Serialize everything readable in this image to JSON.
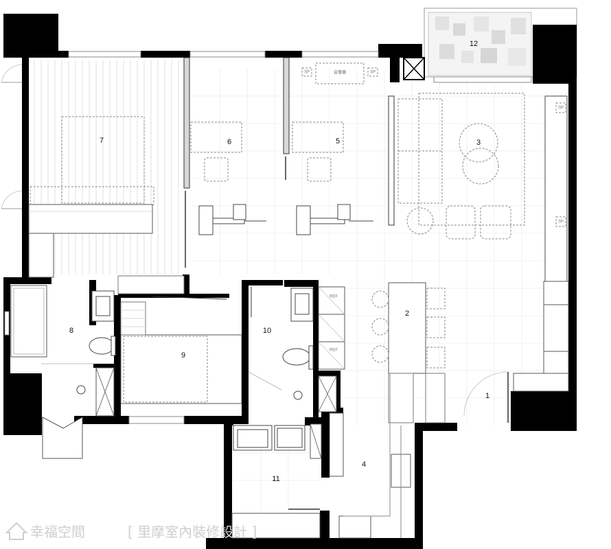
{
  "rooms": [
    {
      "id": "1",
      "label": "1"
    },
    {
      "id": "2",
      "label": "2"
    },
    {
      "id": "3",
      "label": "3"
    },
    {
      "id": "4",
      "label": "4"
    },
    {
      "id": "5",
      "label": "5"
    },
    {
      "id": "6",
      "label": "6"
    },
    {
      "id": "7",
      "label": "7"
    },
    {
      "id": "8",
      "label": "8"
    },
    {
      "id": "9",
      "label": "9"
    },
    {
      "id": "10",
      "label": "10"
    },
    {
      "id": "11",
      "label": "11"
    },
    {
      "id": "12",
      "label": "12"
    }
  ],
  "annotations": {
    "audio_cabinet": "音響櫃",
    "sp": "SP",
    "ref": "REF"
  },
  "watermark": {
    "brand": "幸福空間",
    "credit": "[ 里摩室內裝修設計 ]"
  }
}
